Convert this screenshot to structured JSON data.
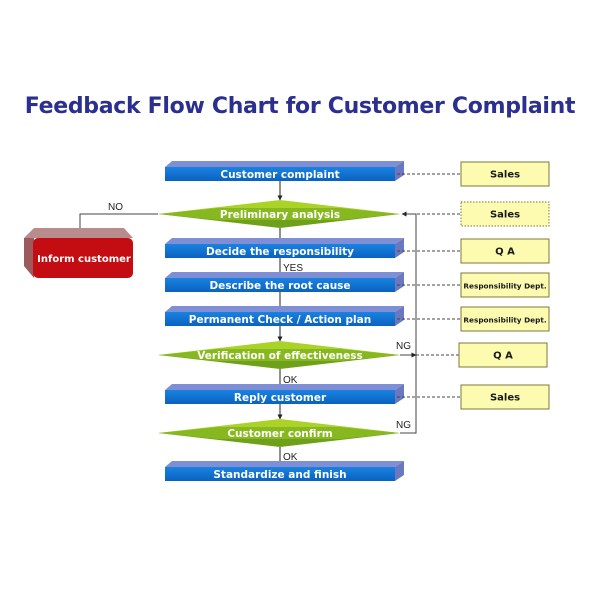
{
  "title": "Feedback Flow Chart for Customer Complaint",
  "colors": {
    "title": "#2b2f8f",
    "process_front": "#0a6fd0",
    "process_top": "#7f8fd6",
    "process_side": "#6a78c0",
    "decision_light": "#a9d327",
    "decision_dark": "#6fa01a",
    "inform_front": "#c40d12",
    "inform_top": "#b88b8d",
    "role_fill": "#fdfbb0",
    "role_stroke": "#7c7a3a"
  },
  "steps": [
    {
      "id": "customer-complaint",
      "type": "process",
      "label": "Customer complaint"
    },
    {
      "id": "preliminary-analysis",
      "type": "decision",
      "label": "Preliminary analysis"
    },
    {
      "id": "decide-responsibility",
      "type": "process",
      "label": "Decide the responsibility"
    },
    {
      "id": "describe-root-cause",
      "type": "process",
      "label": "Describe the root cause"
    },
    {
      "id": "permanent-check",
      "type": "process",
      "label": "Permanent Check / Action plan"
    },
    {
      "id": "verification",
      "type": "decision",
      "label": "Verification of effectiveness"
    },
    {
      "id": "reply-customer",
      "type": "process",
      "label": "Reply customer"
    },
    {
      "id": "customer-confirm",
      "type": "decision",
      "label": "Customer confirm"
    },
    {
      "id": "standardize-finish",
      "type": "process",
      "label": "Standardize and finish"
    }
  ],
  "side_step": {
    "id": "inform-customer",
    "label": "Inform customer"
  },
  "roles": [
    {
      "step": "customer-complaint",
      "label": "Sales",
      "dashed_border": false
    },
    {
      "step": "preliminary-analysis",
      "label": "Sales",
      "dashed_border": true
    },
    {
      "step": "decide-responsibility",
      "label": "Q A",
      "dashed_border": false
    },
    {
      "step": "describe-root-cause",
      "label": "Responsibility Dept.",
      "dashed_border": false
    },
    {
      "step": "permanent-check",
      "label": "Responsibility Dept.",
      "dashed_border": false
    },
    {
      "step": "verification",
      "label": "Q A",
      "dashed_border": false
    },
    {
      "step": "reply-customer",
      "label": "Sales",
      "dashed_border": false
    }
  ],
  "edge_labels": {
    "no": "NO",
    "yes": "YES",
    "ok_verification": "OK",
    "ng_verification": "NG",
    "ng_confirm": "NG",
    "ok_confirm": "OK"
  }
}
